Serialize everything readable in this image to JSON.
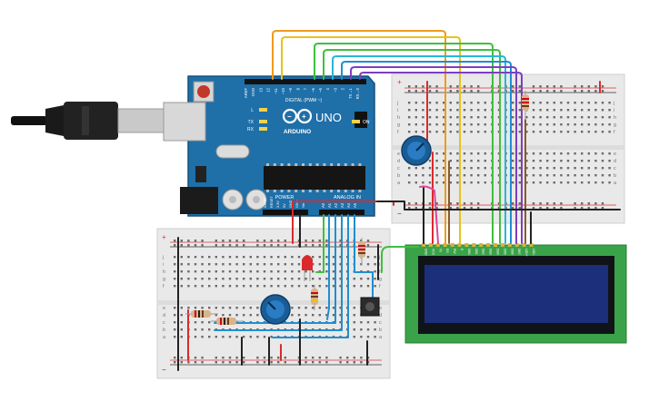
{
  "arduino": {
    "brand": "ARDUINO",
    "model": "UNO",
    "header_digital": "DIGITAL (PWM ~)",
    "header_power": "POWER",
    "header_analog": "ANALOG IN",
    "led_tx": "TX",
    "led_rx": "RX",
    "led_l": "L",
    "led_on": "ON",
    "pins_top": [
      "AREF",
      "GND",
      "13",
      "12",
      "~11",
      "~10",
      "~9",
      "8",
      "7",
      "~6",
      "~5",
      "4",
      "~3",
      "2",
      "TX→1",
      "RX←0"
    ],
    "pins_power": [
      "IOREF",
      "RESET",
      "3.3V",
      "5V",
      "GND",
      "GND",
      "Vin"
    ],
    "pins_analog": [
      "A0",
      "A1",
      "A2",
      "A3",
      "A4",
      "A5"
    ]
  },
  "lcd": {
    "pins": [
      "GND",
      "VCC",
      "V0",
      "RS",
      "RW",
      "E",
      "DB0",
      "DB1",
      "DB2",
      "DB3",
      "DB4",
      "DB5",
      "DB6",
      "DB7",
      "LED+",
      "LED-"
    ]
  },
  "breadboard": {
    "row_letters_top": [
      "j",
      "i",
      "h",
      "g",
      "f"
    ],
    "row_letters_bottom": [
      "e",
      "d",
      "c",
      "b",
      "a"
    ],
    "rail_plus": "+",
    "rail_minus": "−"
  },
  "colors": {
    "board": "#1f6fa8",
    "board_edge": "#15507b",
    "wire_red": "#d92b2b",
    "wire_black": "#222222",
    "wire_blue": "#1f8fd0",
    "wire_green": "#3fbf3f",
    "wire_yellow": "#e8c21a",
    "wire_orange": "#ef9a1e",
    "wire_purple": "#7c3fc0",
    "wire_pink": "#e0469a",
    "wire_brown": "#8a5a2b",
    "wire_cyan": "#26b7d6",
    "lcd_pcb": "#3aa34a",
    "lcd_screen": "#1b2f7a",
    "lcd_frame": "#101418",
    "pot_body": "#1a5d96"
  }
}
